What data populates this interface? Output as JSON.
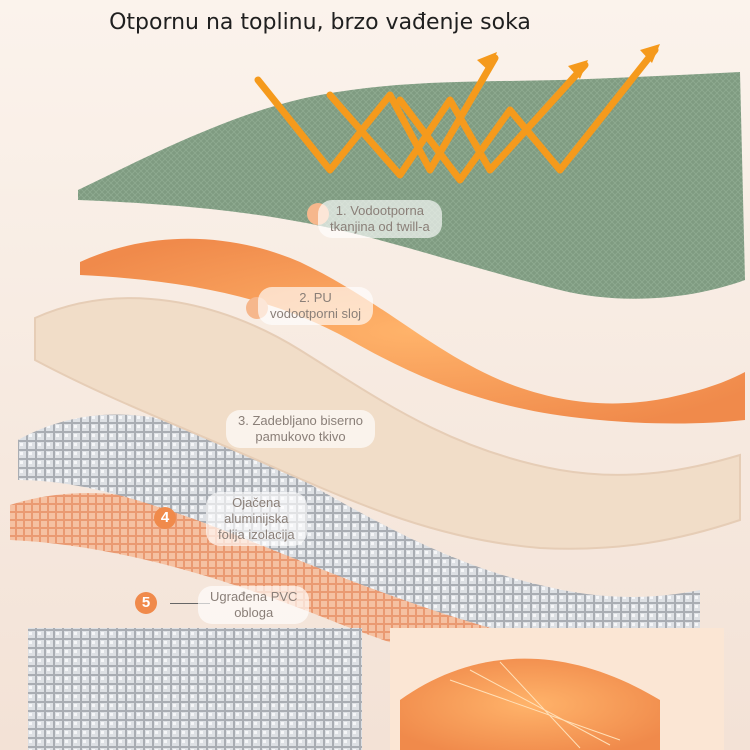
{
  "headline": "Otpornu na toplinu, brzo vađenje soka",
  "colors": {
    "green_fabric": "#7e9a80",
    "orange_layer": "#f08a4b",
    "cotton_layer": "#f1ddc8",
    "foil_layer": "#b8bcc2",
    "pvc_layer": "#f0a57c",
    "heat_arrow": "#f59a1c",
    "badge": "#f08a4b"
  },
  "layers": [
    {
      "number": "1",
      "line1": "1. Vodootporna",
      "line2": "tkanjina od twill-a"
    },
    {
      "number": "2",
      "line1": "2. PU",
      "line2": "vodootporni sloj"
    },
    {
      "number": "3",
      "line1": "3. Zadebljano biserno",
      "line2": "pamukovo tkivo"
    },
    {
      "number": "4",
      "line1": "Ojačena",
      "line2": "aluminijska",
      "line3": "folija izolacija"
    },
    {
      "number": "5",
      "line1": "Ugrađena PVC",
      "line2": "obloga"
    }
  ],
  "icons": [
    "heat-wave-arrow-icon"
  ]
}
